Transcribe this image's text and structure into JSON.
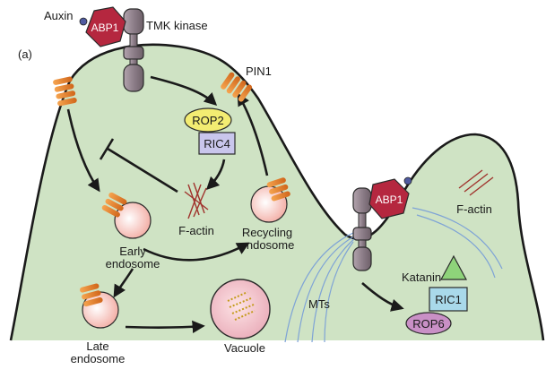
{
  "panel_label": "(a)",
  "labels": {
    "auxin": "Auxin",
    "abp1_top": "ABP1",
    "tmk_kinase": "TMK kinase",
    "pin1": "PIN1",
    "rop2": "ROP2",
    "ric4": "RIC4",
    "factin_left": "F-actin",
    "early_endosome_1": "Early",
    "early_endosome_2": "endosome",
    "recycling_endosome_1": "Recycling",
    "recycling_endosome_2": "endosome",
    "late_endosome_1": "Late",
    "late_endosome_2": "endosome",
    "vacuole": "Vacuole",
    "mts": "MTs",
    "abp1_right": "ABP1",
    "factin_right": "F-actin",
    "katanin": "Katanin",
    "ric1": "RIC1",
    "rop6": "ROP6"
  },
  "colors": {
    "cell_fill": "#cfe3c4",
    "cell_outline": "#1a1a1a",
    "abp1": "#b5273f",
    "receptor": "#8c7c86",
    "pin1": "#e07a1f",
    "rop2": "#f3ec72",
    "ric4": "#c9c6ec",
    "endosome": "#f3b5ad",
    "factin": "#a0322c",
    "microtubule": "#7ea3d6",
    "katanin": "#8ed37a",
    "ric1": "#a9d9ea",
    "rop6": "#c990c6"
  }
}
